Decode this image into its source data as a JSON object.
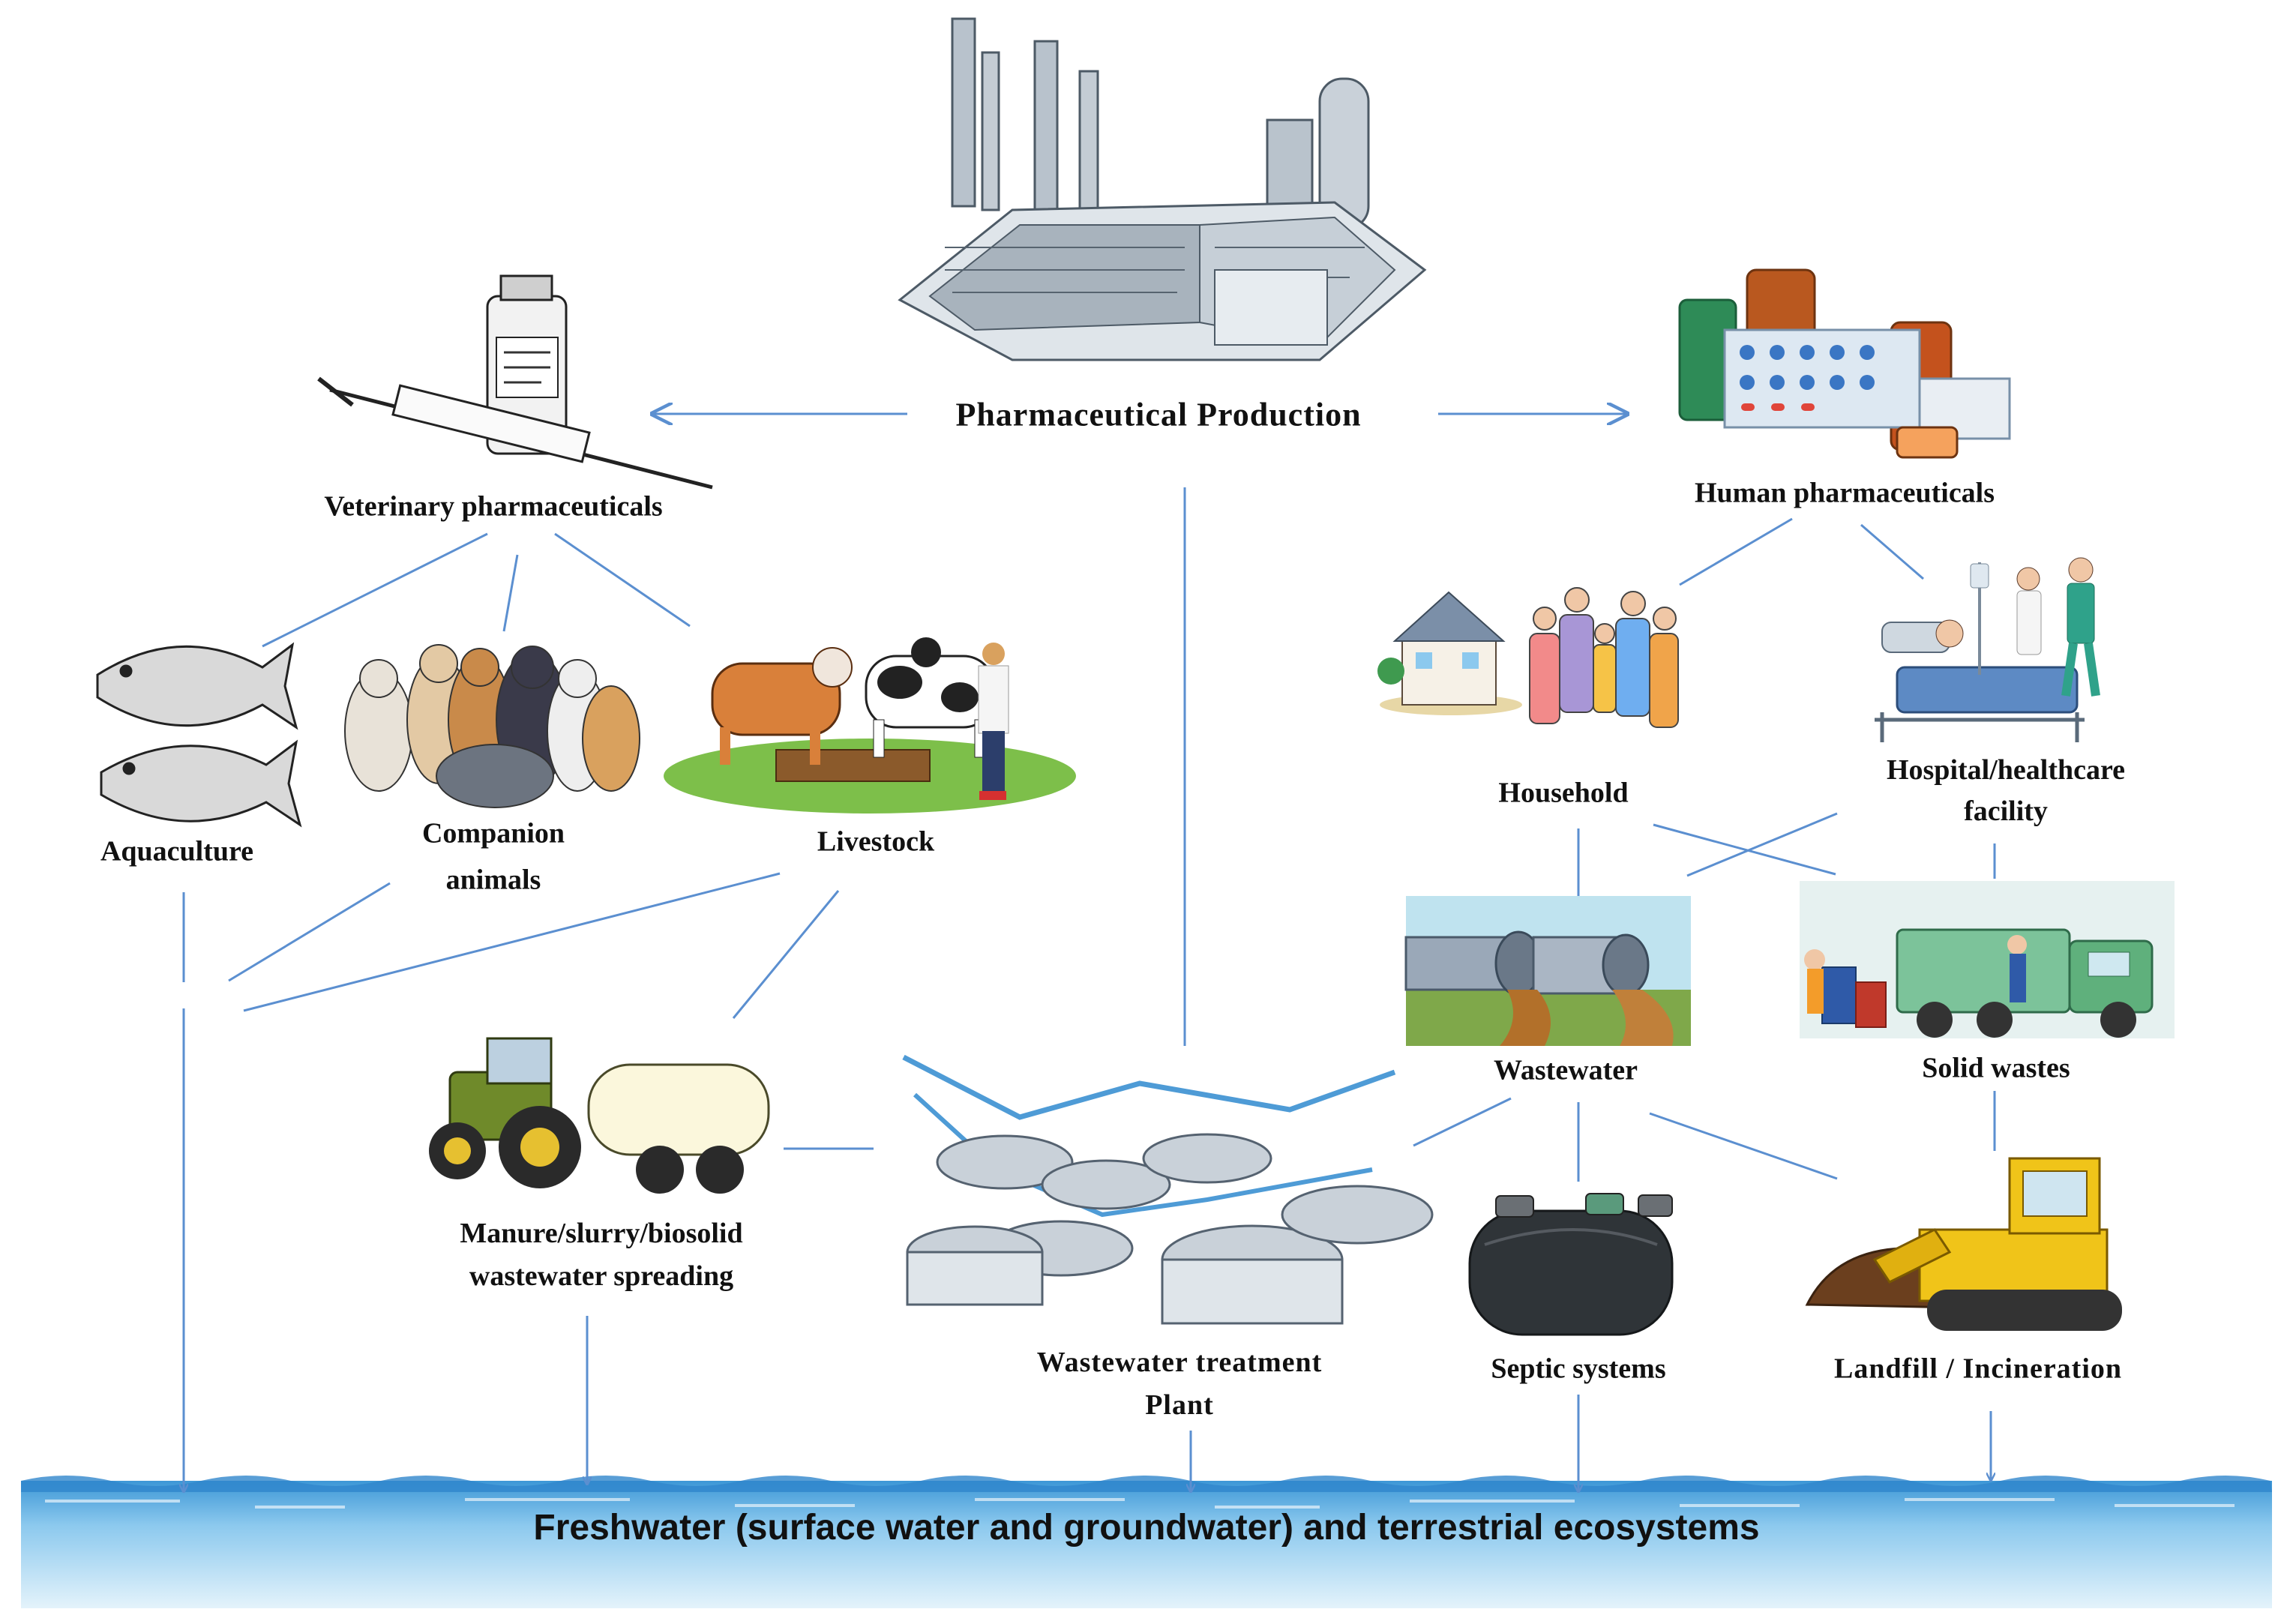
{
  "nodes": {
    "pharmaceutical_production": "Pharmaceutical Production",
    "veterinary_pharmaceuticals": "Veterinary pharmaceuticals",
    "human_pharmaceuticals": "Human pharmaceuticals",
    "aquaculture": "Aquaculture",
    "companion_animals": [
      "Companion",
      "animals"
    ],
    "livestock": "Livestock",
    "household": "Household",
    "hospital": [
      "Hospital/healthcare",
      "facility"
    ],
    "wastewater": "Wastewater",
    "solid_wastes": "Solid wastes",
    "manure": [
      "Manure/slurry/biosolid",
      "wastewater spreading"
    ],
    "wwtp": [
      "Wastewater treatment",
      "Plant"
    ],
    "septic": "Septic systems",
    "landfill": "Landfill / Incineration"
  },
  "bottom_band": "Freshwater (surface water and groundwater) and terrestrial ecosystems",
  "colors": {
    "connector": "#5b8fd0",
    "water_top": "#4aa3de",
    "water_bottom": "#dff1fb"
  },
  "icons": {
    "factory": "factory-icon",
    "syringe": "syringe-vial-icon",
    "medicines": "medicine-bottles-icon",
    "fish": "fish-icon",
    "cats": "cats-icon",
    "cows": "cows-icon",
    "family": "family-house-icon",
    "hospital": "hospital-bed-icon",
    "pipes": "wastewater-pipes-icon",
    "truck": "garbage-truck-icon",
    "tractor": "tractor-tanker-icon",
    "wwtp": "treatment-plant-icon",
    "tank": "septic-tank-icon",
    "bulldozer": "bulldozer-icon"
  }
}
